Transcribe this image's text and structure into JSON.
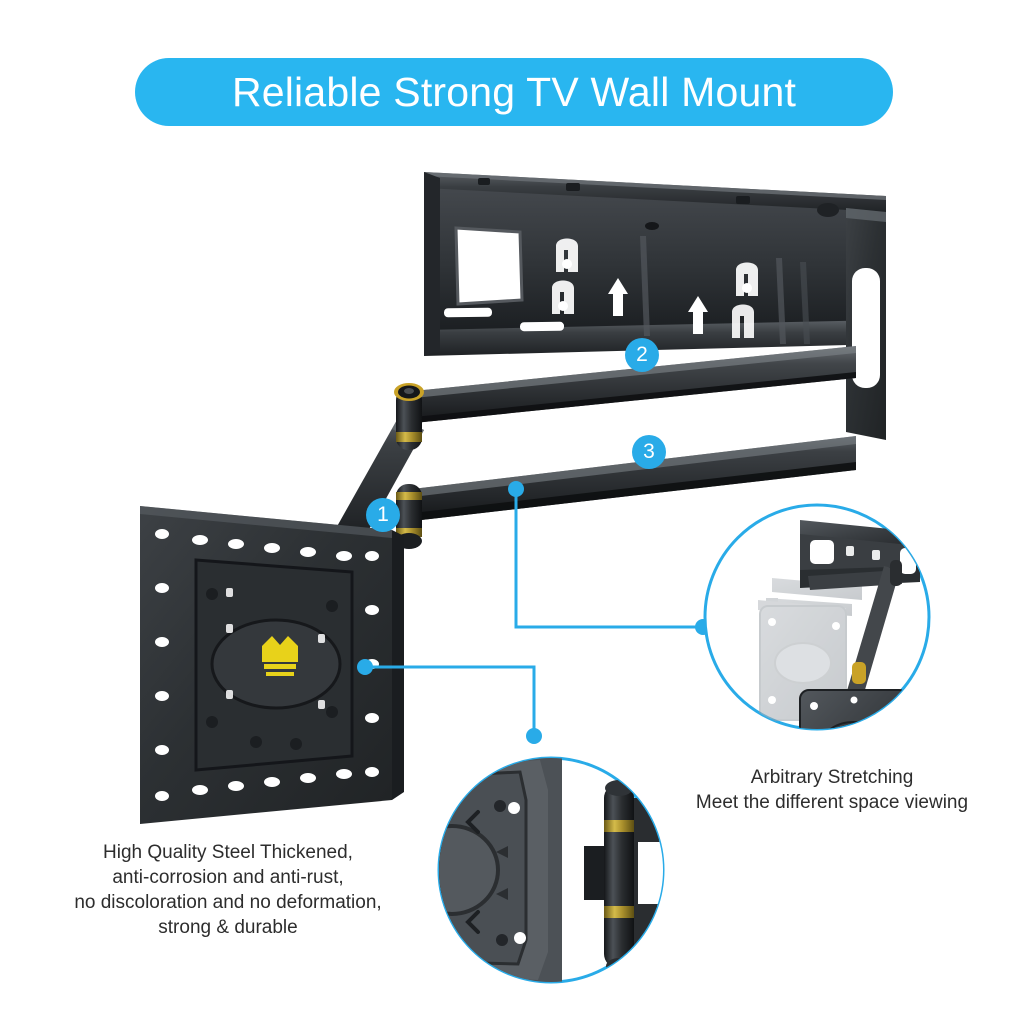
{
  "page": {
    "background_color": "#ffffff",
    "accent_color": "#29abe8",
    "banner_color": "#29b6f0",
    "text_color": "#2d2d2d",
    "logo_color": "#e8d21a"
  },
  "header": {
    "title": "Reliable Strong TV Wall Mount"
  },
  "callouts": [
    {
      "number": "1",
      "target": "articulating-arm-pivot-joint"
    },
    {
      "number": "2",
      "target": "upper-extension-arm"
    },
    {
      "number": "3",
      "target": "lower-extension-arm"
    }
  ],
  "captions": {
    "left": "High Quality Steel Thickened,\nanti-corrosion and anti-rust,\nno discoloration and no deformation,\nstrong & durable",
    "right": "Arbitrary Stretching\nMeet the different space viewing"
  },
  "insets": {
    "right": {
      "name": "arbitrary-stretching-inset",
      "description": "full-motion mount shown extended with ghosted retracted position"
    },
    "bottom": {
      "name": "hinge-closeup-inset",
      "description": "close-up of tilt plate and brass-banded pivot hinge"
    }
  },
  "product": {
    "wall_plate": {
      "name": "wall-plate",
      "color": "#2e3134"
    },
    "tv_plate": {
      "name": "tv-bracket-plate",
      "color": "#303336"
    },
    "arms": {
      "name": "extension-arms",
      "color": "#303336"
    },
    "hinges": {
      "name": "pivot-hinges",
      "accent": "#c9a227"
    }
  }
}
